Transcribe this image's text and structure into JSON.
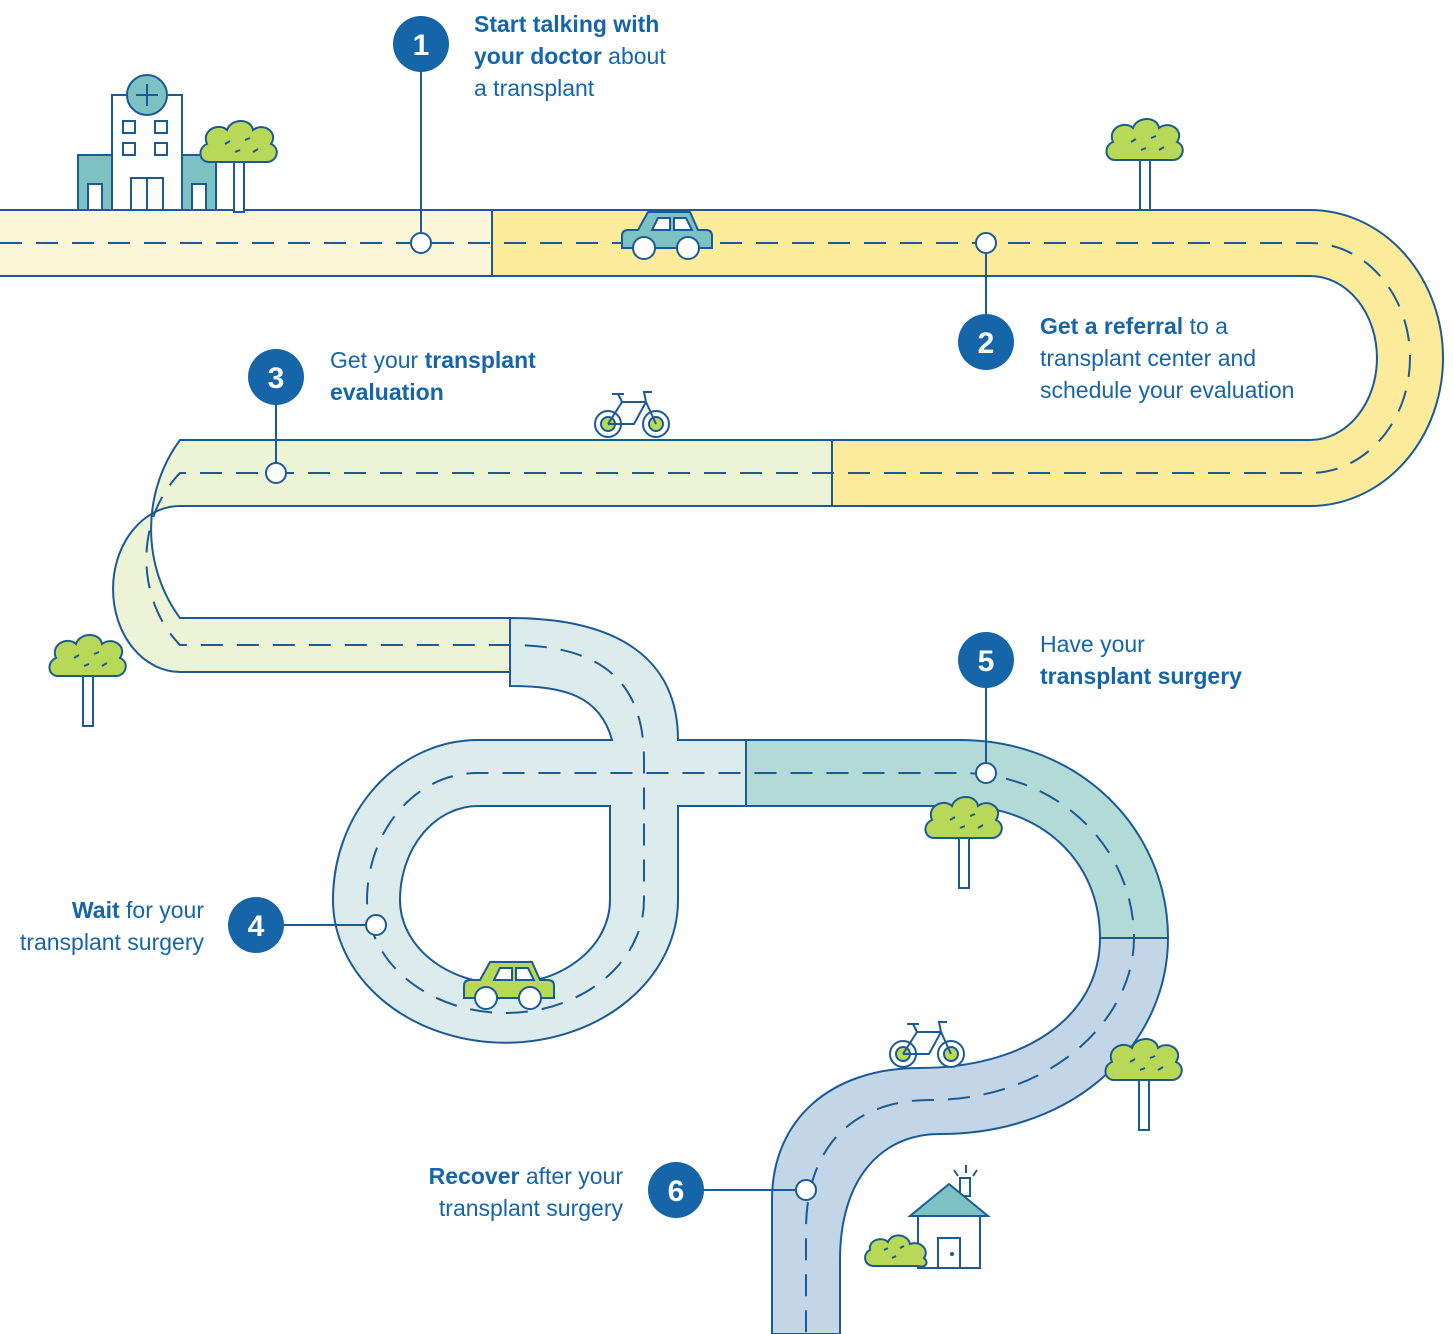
{
  "colors": {
    "road_stroke": "#1c5a96",
    "badge": "#1565a8",
    "text": "#1565a8",
    "segment_1": "#fbf6d8",
    "segment_2": "#fbeb9a",
    "segment_3": "#edf3d6",
    "segment_4": "#dcecec",
    "segment_5": "#b2dbd7",
    "segment_6": "#c2d6e8",
    "tree": "#b8d957",
    "vehicle_teal": "#7dc2c3",
    "vehicle_green": "#b8d957"
  },
  "steps": [
    {
      "number": "1",
      "bold": "Start talking with your doctor",
      "rest": " about a transplant",
      "line1_bold": "Start talking with",
      "line2_bold": "your doctor",
      "line2_rest": " about",
      "line3": "a transplant"
    },
    {
      "number": "2",
      "bold": "Get a referral",
      "line1_rest": " to a",
      "line2": "transplant center and",
      "line3": "schedule your evaluation"
    },
    {
      "number": "3",
      "line1_plain": "Get your ",
      "line1_bold": "transplant",
      "line2_bold": "evaluation"
    },
    {
      "number": "4",
      "line1_bold": "Wait",
      "line1_rest": " for your",
      "line2": "transplant surgery"
    },
    {
      "number": "5",
      "line1": "Have your",
      "line2_bold": "transplant surgery"
    },
    {
      "number": "6",
      "line1_bold": "Recover",
      "line1_rest": " after your",
      "line2": "transplant surgery"
    }
  ],
  "icons": [
    "hospital-icon",
    "car-icon",
    "bicycle-icon",
    "tree-icon",
    "house-icon",
    "bush-icon"
  ]
}
